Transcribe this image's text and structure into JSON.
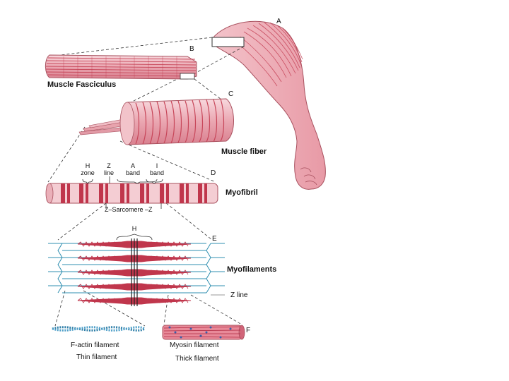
{
  "labels": {
    "a": "A",
    "b": "B",
    "c": "C",
    "d": "D",
    "e": "E",
    "f": "F",
    "muscle_fasciculus": "Muscle Fasciculus",
    "muscle_fiber": "Muscle fiber",
    "myofibril": "Myofibril",
    "myofilaments": "Myofilaments",
    "z_line_bottom": "Z line",
    "h_zone_top": "H",
    "h_zone_bottom": "zone",
    "z_line_top": "Z",
    "z_line_bottom2": "line",
    "a_band_top": "A",
    "a_band_bottom": "band",
    "i_band_top": "I",
    "i_band_bottom": "band",
    "sarcomere": "Z–Sarcomere –Z",
    "h_filament": "H",
    "f_actin": "F-actin filament",
    "thin_filament": "Thin filament",
    "myosin": "Myosin filament",
    "thick_filament": "Thick filament"
  },
  "colors": {
    "muscle": "#e8a3ad",
    "muscle_light": "#f6d3d8",
    "muscle_dark": "#c0364c",
    "stripe": "#cc3d52",
    "z_line": "#2f8fb0",
    "outline": "#5a2a30",
    "dash": "#333333"
  }
}
